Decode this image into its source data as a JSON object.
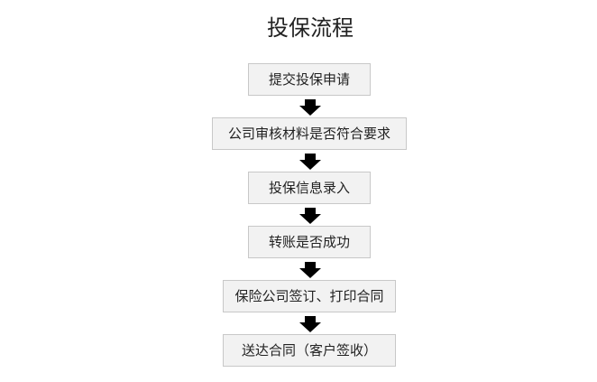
{
  "title": "投保流程",
  "steps": [
    {
      "label": "提交投保申请"
    },
    {
      "label": "公司审核材料是否符合要求"
    },
    {
      "label": "投保信息录入"
    },
    {
      "label": "转账是否成功"
    },
    {
      "label": "保险公司签订、打印合同"
    },
    {
      "label": "送达合同（客户签收）"
    }
  ],
  "colors": {
    "box_fill": "#f2f2f2",
    "box_border": "#c8c8c8",
    "arrow": "#000000",
    "text": "#222222"
  },
  "icons": {
    "connector": "down-arrow-icon"
  }
}
